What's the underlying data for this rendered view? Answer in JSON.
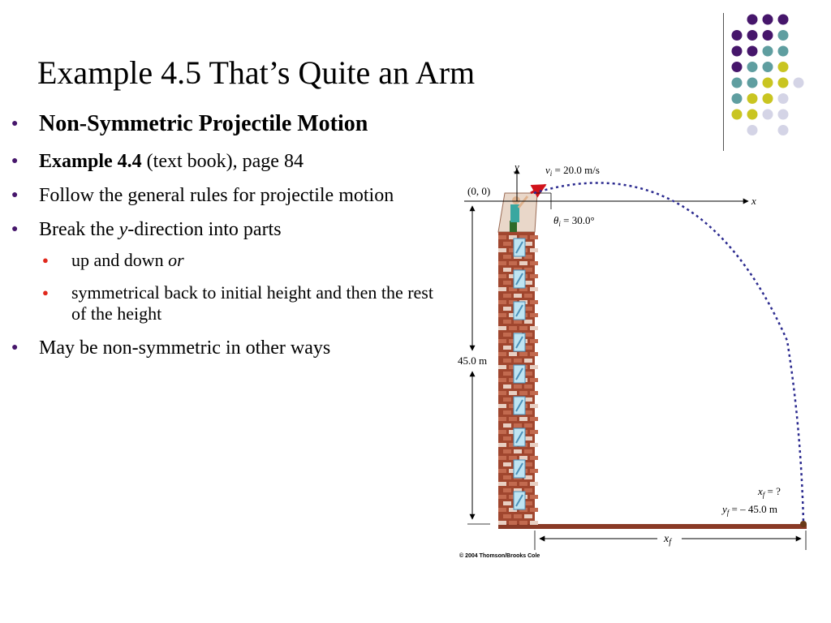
{
  "slide": {
    "title": "Example 4.5 That’s Quite an Arm"
  },
  "bullets": {
    "b1": "Non-Symmetric Projectile Motion",
    "b2_bold": "Example 4.4",
    "b2_rest": " (text book), page 84",
    "b3": "Follow the general rules for projectile motion",
    "b4_pre": "Break the ",
    "b4_italic": "y",
    "b4_post": "-direction into parts",
    "sub1_pre": "up and down ",
    "sub1_italic": "or",
    "sub2": "symmetrical back to initial height and then the rest of the height",
    "b5": "May be non-symmetric in other ways"
  },
  "figure": {
    "origin": "(0, 0)",
    "y_axis": "y",
    "x_axis": "x",
    "vi_sym": "v",
    "vi_sub": "i",
    "vi_val": " = 20.0 m/s",
    "theta_sym": "θ",
    "theta_sub": "i",
    "theta_val": " = 30.0°",
    "height": "45.0 m",
    "xf_sym": "x",
    "xf_sub": "f",
    "xf_val": " = ?",
    "yf_sym": "y",
    "yf_sub": "f",
    "yf_val": " = – 45.0 m",
    "xf_dim_sym": "x",
    "xf_dim_sub": "f",
    "copyright": "© 2004 Thomson/Brooks Cole"
  },
  "colors": {
    "purple": "#46166b",
    "teal": "#5f9ea0",
    "olive": "#c9c521",
    "lavender": "#d4d4e6",
    "bullet_red": "#e0281c",
    "trajectory": "#2b2a8f",
    "brick": "#a0462e"
  }
}
